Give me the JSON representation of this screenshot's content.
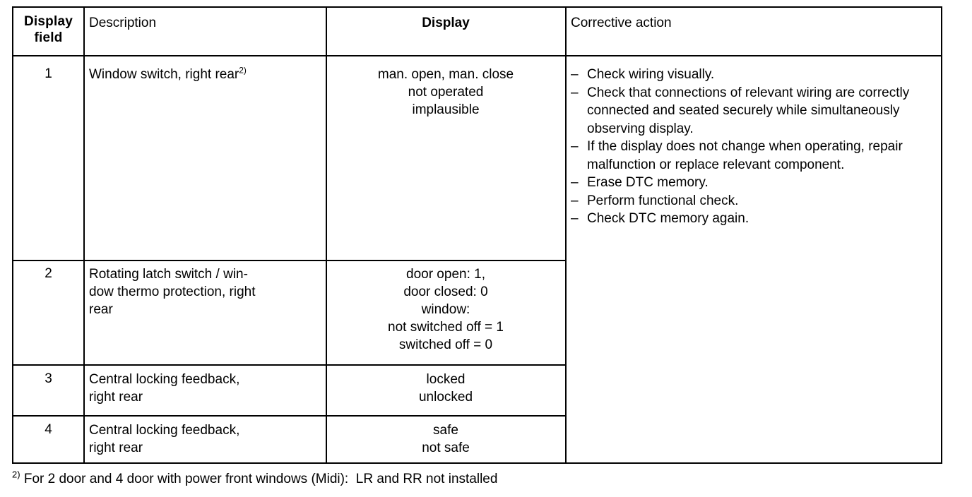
{
  "document": {
    "type": "technical-service-table",
    "headers": {
      "display_field": "Display\nfield",
      "display_field_line1": "Display",
      "display_field_line2": "field",
      "description": "Description",
      "display": "Display",
      "corrective_action": "Corrective action"
    },
    "rows": [
      {
        "field": "1",
        "description_pre": "Window switch, right rear",
        "description_sup": "2)",
        "display_lines": [
          "man. open, man. close",
          "not operated",
          "implausible"
        ]
      },
      {
        "field": "2",
        "description_pre": "Rotating latch switch / win-\ndow thermo protection, right\nrear",
        "description_sup": "",
        "display_lines": [
          "door open:  1,",
          "door closed:  0",
          "window:",
          "not switched off = 1",
          "switched off = 0"
        ]
      },
      {
        "field": "3",
        "description_pre": "Central locking feedback,\nright rear",
        "description_sup": "",
        "display_lines": [
          "locked",
          "unlocked"
        ]
      },
      {
        "field": "4",
        "description_pre": "Central locking feedback,\nright rear",
        "description_sup": "",
        "display_lines": [
          "safe",
          "not safe"
        ]
      }
    ],
    "corrective_action_items": [
      "Check wiring visually.",
      "Check that connections of relevant wiring are correctly connected and seated securely while simultaneously observing display.",
      "If the display does not change when operating, repair malfunction or replace relevant component.",
      "Erase DTC memory.",
      "Perform functional check.",
      "Check DTC memory again."
    ],
    "corrective_action_dash": "–",
    "footnote": {
      "marker": "2)",
      "text": " For 2 door and 4 door with power front windows (Midi):  LR and RR not installed"
    },
    "colors": {
      "ink": "#000000",
      "paper": "#ffffff"
    }
  }
}
